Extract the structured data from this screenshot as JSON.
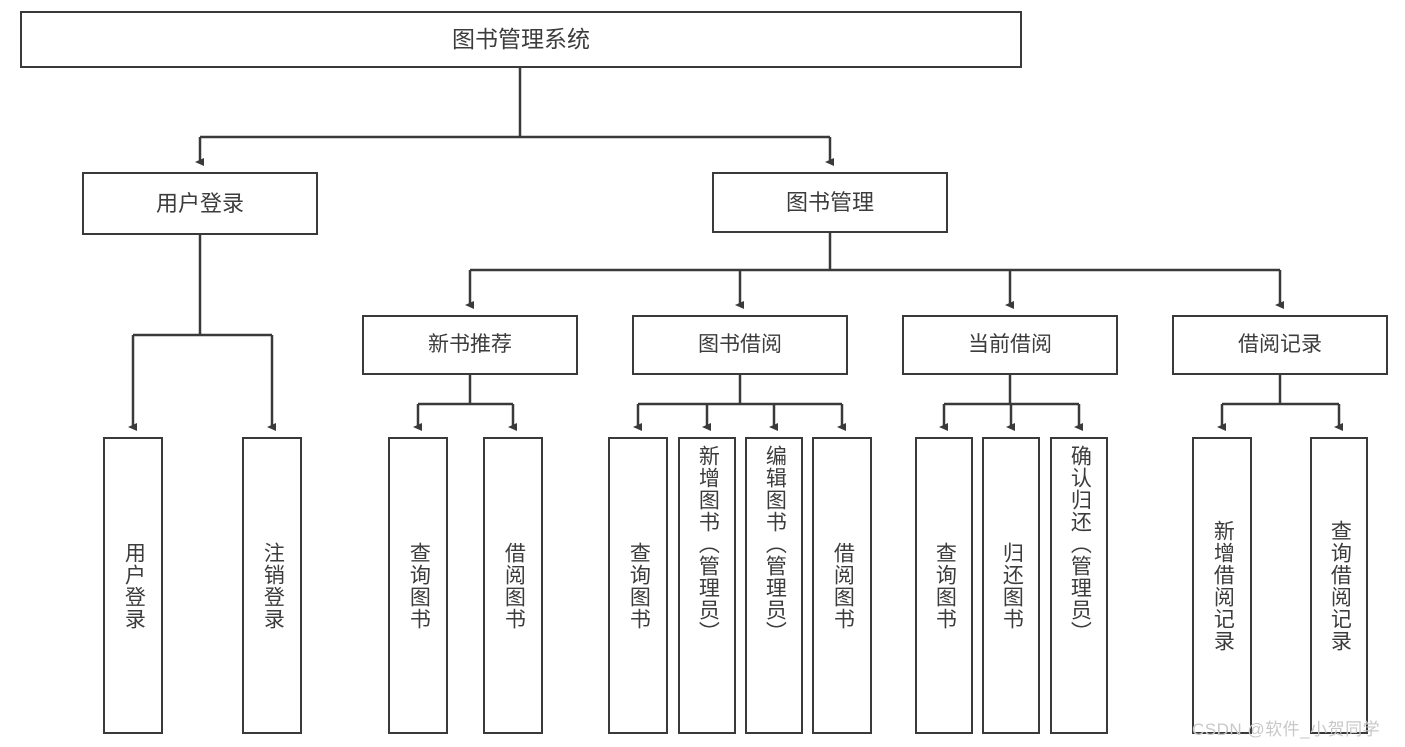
{
  "diagram": {
    "title": "图书管理系统",
    "type": "tree-hierarchy",
    "root": {
      "label": "图书管理系统"
    },
    "level2": [
      {
        "label": "用户登录"
      },
      {
        "label": "图书管理"
      }
    ],
    "level3": [
      {
        "label": "新书推荐"
      },
      {
        "label": "图书借阅"
      },
      {
        "label": "当前借阅"
      },
      {
        "label": "借阅记录"
      }
    ],
    "leaves": {
      "user_login": [
        {
          "label": "用户登录"
        },
        {
          "label": "注销登录"
        }
      ],
      "new_book_recommend": [
        {
          "label": "查询图书"
        },
        {
          "label": "借阅图书"
        }
      ],
      "book_borrow": [
        {
          "label": "查询图书"
        },
        {
          "label": "新增图书（管理员）"
        },
        {
          "label": "编辑图书（管理员）"
        },
        {
          "label": "借阅图书"
        }
      ],
      "current_borrow": [
        {
          "label": "查询图书"
        },
        {
          "label": "归还图书"
        },
        {
          "label": "确认归还（管理员）"
        }
      ],
      "borrow_record": [
        {
          "label": "新增借阅记录"
        },
        {
          "label": "查询借阅记录"
        }
      ]
    }
  },
  "watermark": {
    "text": "CSDN @软件_小贺同学"
  },
  "colors": {
    "stroke": "#3a3a3a",
    "text": "#3c3c3c",
    "background": "#ffffff",
    "watermark": "#c8c8c8"
  }
}
